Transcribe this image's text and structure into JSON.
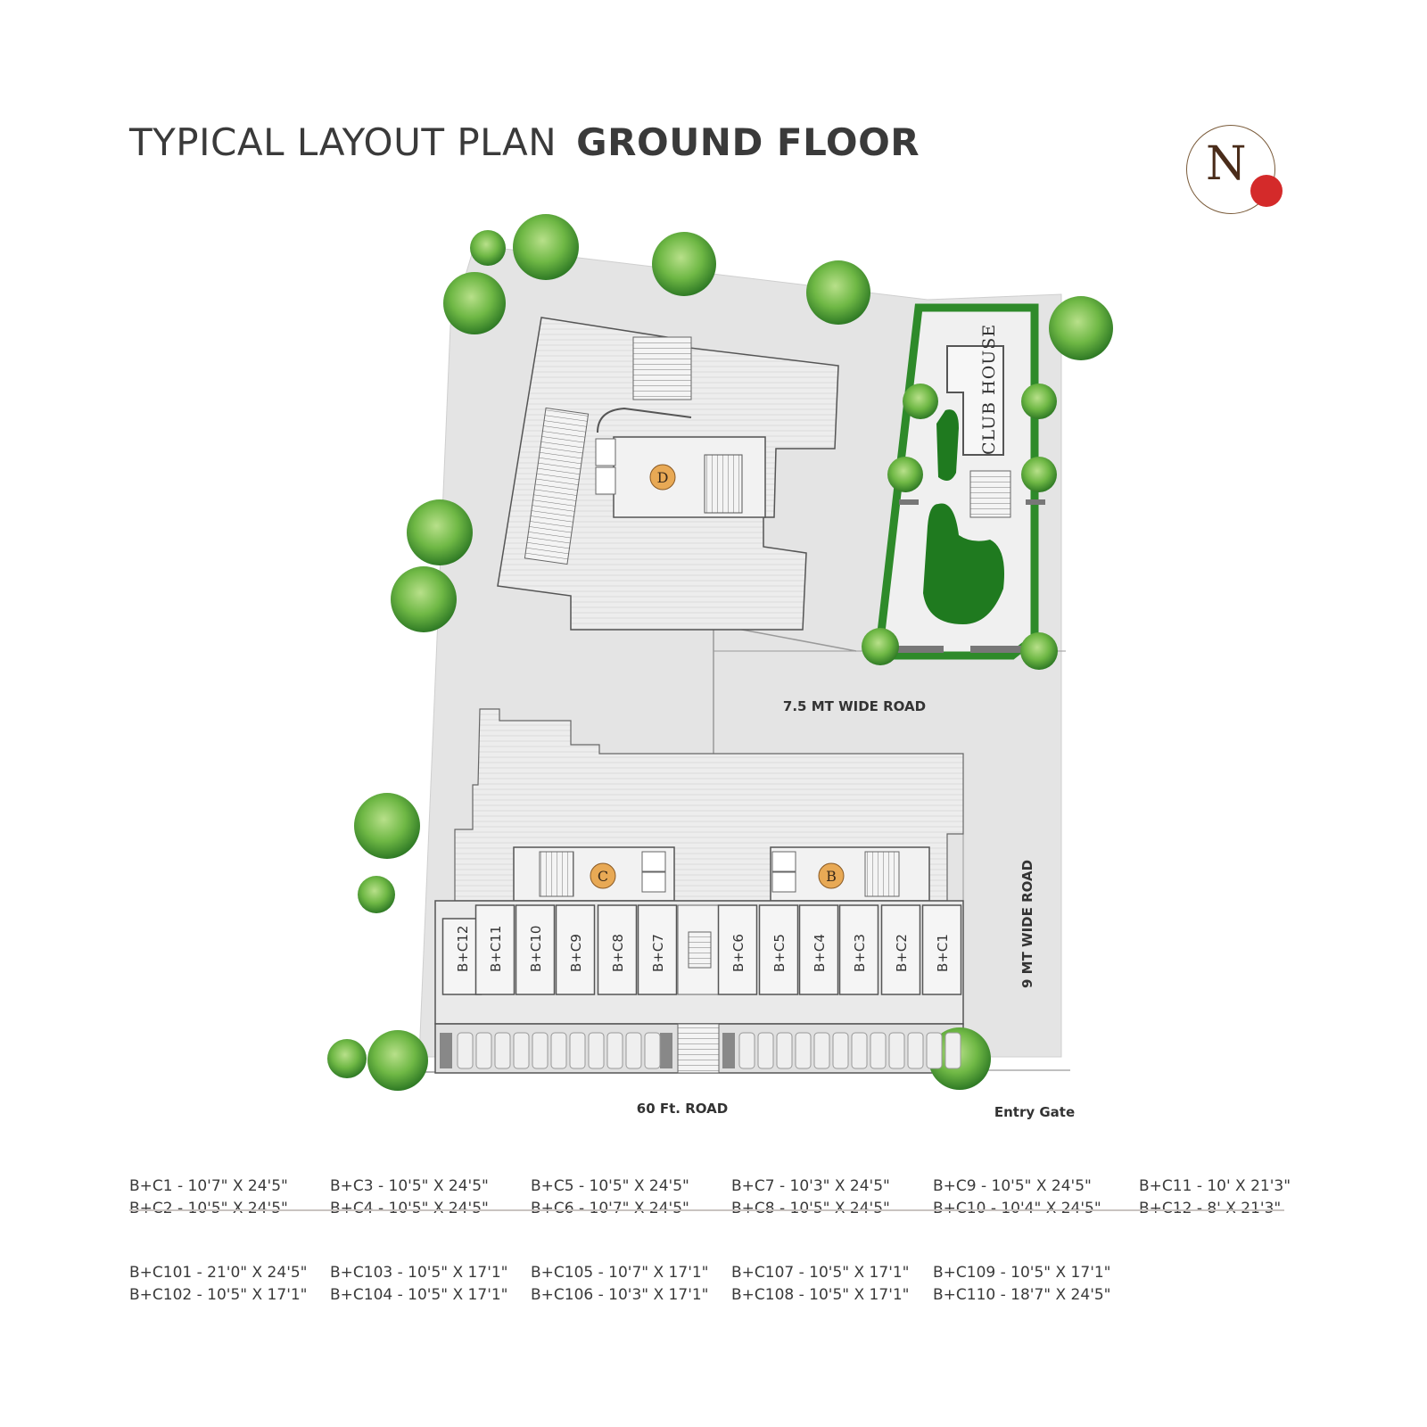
{
  "title": {
    "light": "TYPICAL LAYOUT PLAN",
    "bold": "GROUND FLOOR"
  },
  "logo": {
    "letter": "N",
    "accent_color": "#d42a2a"
  },
  "plan": {
    "towers": [
      "D",
      "C",
      "B"
    ],
    "club_house": "CLUB HOUSE",
    "roads": {
      "r75": "7.5 MT WIDE ROAD",
      "r9": "9 MT WIDE ROAD",
      "r60": "60 Ft. ROAD"
    },
    "entry_gate": "Entry Gate",
    "shops": [
      "B+C12",
      "B+C11",
      "B+C10",
      "B+C9",
      "B+C8",
      "B+C7",
      "B+C6",
      "B+C5",
      "B+C4",
      "B+C3",
      "B+C2",
      "B+C1"
    ]
  },
  "legend_row1": [
    [
      "B+C1 - 10'7\" X 24'5\"",
      "B+C2 - 10'5\" X 24'5\""
    ],
    [
      "B+C3 - 10'5\" X 24'5\"",
      "B+C4 - 10'5\" X 24'5\""
    ],
    [
      "B+C5 - 10'5\" X 24'5\"",
      "B+C6 - 10'7\" X 24'5\""
    ],
    [
      "B+C7 - 10'3\" X 24'5\"",
      "B+C8 - 10'5\" X 24'5\""
    ],
    [
      "B+C9 - 10'5\" X 24'5\"",
      "B+C10 - 10'4\" X 24'5\""
    ],
    [
      "B+C11 - 10' X 21'3\"",
      "B+C12 - 8' X 21'3\""
    ]
  ],
  "legend_row2": [
    [
      "B+C101 - 21'0\" X 24'5\"",
      "B+C102 - 10'5\" X 17'1\""
    ],
    [
      "B+C103 - 10'5\" X 17'1\"",
      "B+C104 - 10'5\" X 17'1\""
    ],
    [
      "B+C105 - 10'7\" X 17'1\"",
      "B+C106 - 10'3\" X 17'1\""
    ],
    [
      "B+C107 - 10'5\" X 17'1\"",
      "B+C108 - 10'5\" X 17'1\""
    ],
    [
      "B+C109 - 10'5\" X 17'1\"",
      "B+C110 - 18'7\" X 24'5\""
    ]
  ]
}
